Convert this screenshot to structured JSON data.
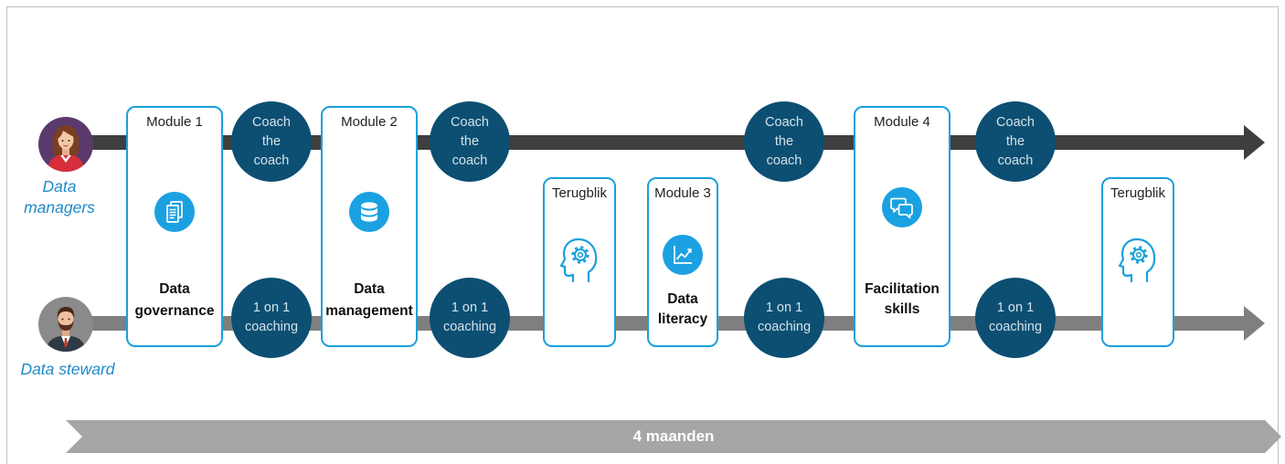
{
  "roles": {
    "managers": {
      "line1": "Data",
      "line2": "managers",
      "avatar_icon": "female-avatar-icon"
    },
    "steward": {
      "label": "Data steward",
      "avatar_icon": "male-avatar-icon"
    }
  },
  "modules": [
    {
      "title": "Module 1",
      "icon": "documents-icon",
      "lines": [
        "Data",
        "governance"
      ]
    },
    {
      "title": "Module 2",
      "icon": "database-icon",
      "lines": [
        "Data",
        "management"
      ]
    },
    {
      "title": "Terugblik",
      "icon": "head-gear-icon"
    },
    {
      "title": "Module 3",
      "icon": "line-chart-icon",
      "lines": [
        "Data",
        "literacy"
      ]
    },
    {
      "title": "Module 4",
      "icon": "chat-bubbles-icon",
      "lines": [
        "Facilitation",
        "skills"
      ]
    },
    {
      "title": "Terugblik",
      "icon": "head-gear-icon"
    }
  ],
  "coach_sessions": [
    {
      "lines": [
        "Coach",
        "the",
        "coach"
      ]
    },
    {
      "lines": [
        "Coach",
        "the",
        "coach"
      ]
    },
    {
      "lines": [
        "Coach",
        "the",
        "coach"
      ]
    },
    {
      "lines": [
        "Coach",
        "the",
        "coach"
      ]
    }
  ],
  "coaching_sessions": [
    {
      "lines": [
        "1 on 1",
        "coaching"
      ]
    },
    {
      "lines": [
        "1 on 1",
        "coaching"
      ]
    },
    {
      "lines": [
        "1 on 1",
        "coaching"
      ]
    },
    {
      "lines": [
        "1 on 1",
        "coaching"
      ]
    }
  ],
  "duration": {
    "label": "4 maanden"
  },
  "colors": {
    "module_border": "#1aa0dc",
    "icon_fill": "#1ba1e2",
    "session_fill": "#0c4f72",
    "manager_lane": "#3f3f3f",
    "steward_lane": "#7f7f7f",
    "duration_banner": "#a6a6a6",
    "role_label": "#1e8ac9"
  }
}
